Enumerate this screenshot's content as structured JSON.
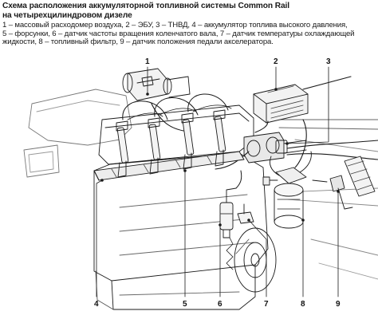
{
  "title": {
    "line1": "Схема расположения аккумуляторной топливной системы Common Rail",
    "line2": "на четырехцилиндровом дизеле"
  },
  "legend": {
    "line1": "1 – массовый расходомер воздуха, 2 – ЭБУ, 3 – ТНВД, 4 – аккумулятор топлива высокого давления,",
    "line2": "5 – форсунки, 6 – датчик частоты вращения коленчатого вала, 7 – датчик температуры охлаждающей",
    "line3": "жидкости, 8 – топливный фильтр, 9 – датчик положения педали акселератора."
  },
  "callouts": {
    "c1": "1",
    "c2": "2",
    "c3": "3",
    "c4": "4",
    "c5": "5",
    "c6": "6",
    "c7": "7",
    "c8": "8",
    "c9": "9"
  },
  "colors": {
    "ink": "#1a1a1a",
    "paper": "#ffffff"
  }
}
